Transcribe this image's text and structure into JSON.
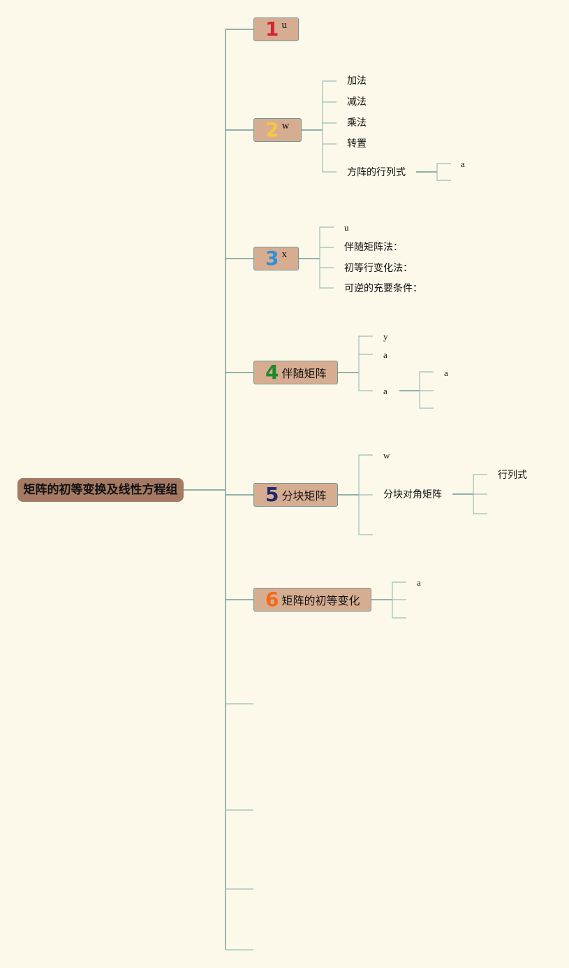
{
  "root": {
    "title": "矩阵的初等变换及线性方程组"
  },
  "branches": [
    {
      "number": "1",
      "number_color": "#d3243a",
      "label": "u",
      "children": []
    },
    {
      "number": "2",
      "number_color": "#f5c842",
      "label": "w",
      "children": [
        "加法",
        "减法",
        "乘法",
        "转置",
        "方阵的行列式"
      ],
      "sub": {
        "parent": "方阵的行列式",
        "children": [
          "a",
          ""
        ]
      }
    },
    {
      "number": "3",
      "number_color": "#2f8fd8",
      "label": "x",
      "children": [
        "u",
        "伴随矩阵法：",
        "初等行变化法：",
        "可逆的充要条件："
      ]
    },
    {
      "number": "4",
      "number_color": "#1e8a2e",
      "label": "伴随矩阵",
      "children": [
        "y",
        "a",
        "a"
      ],
      "sub": {
        "parent": "a",
        "children": [
          "a",
          "",
          ""
        ]
      }
    },
    {
      "number": "5",
      "number_color": "#1f2a6e",
      "label": "分块矩阵",
      "children": [
        "w",
        "分块对角矩阵",
        ""
      ],
      "sub": {
        "parent": "分块对角矩阵",
        "children": [
          "行列式",
          "",
          ""
        ]
      }
    },
    {
      "number": "6",
      "number_color": "#f26a1b",
      "label": "矩阵的初等变化",
      "children": [
        "a",
        "",
        ""
      ]
    }
  ],
  "colors": {
    "background": "#fdf9ea",
    "root_fill": "#a57a64",
    "branch_fill": "#d7ad92",
    "connector": "#6f9a93"
  }
}
